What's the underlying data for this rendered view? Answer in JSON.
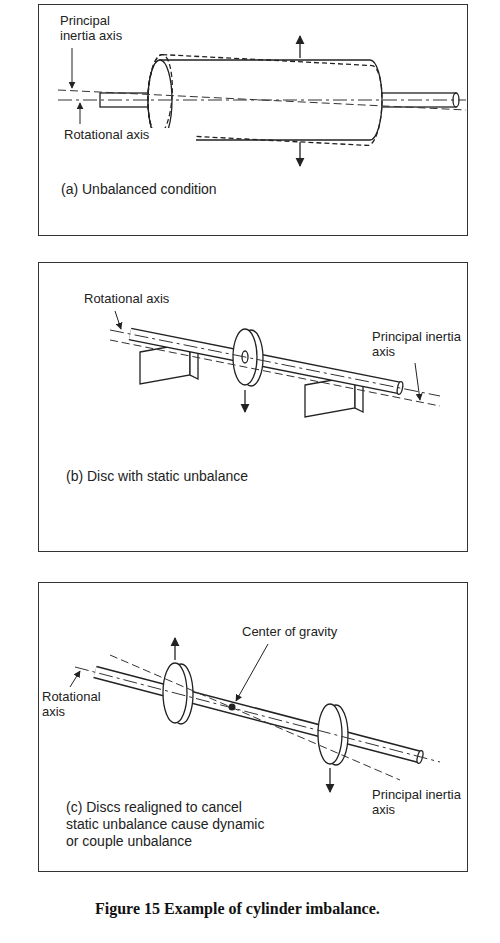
{
  "diagram": {
    "caption": "Figure 15 Example of cylinder imbalance.",
    "nodes": [
      {
        "text": [
          "(a) Unbalanced condition"
        ]
      },
      {
        "text": [
          "(b) Disc with static unbalance"
        ]
      },
      {
        "text": [
          "(c) Discs realigned to cancel static unbalance cause dynamic or couple unbalance"
        ]
      }
    ],
    "labels": [
      "Principal inertia axis",
      "Rotational axis",
      "Rotational axis",
      "Principal inertia axis",
      "Center of gravity",
      "Rotational axis",
      "Principal inertia axis"
    ]
  }
}
